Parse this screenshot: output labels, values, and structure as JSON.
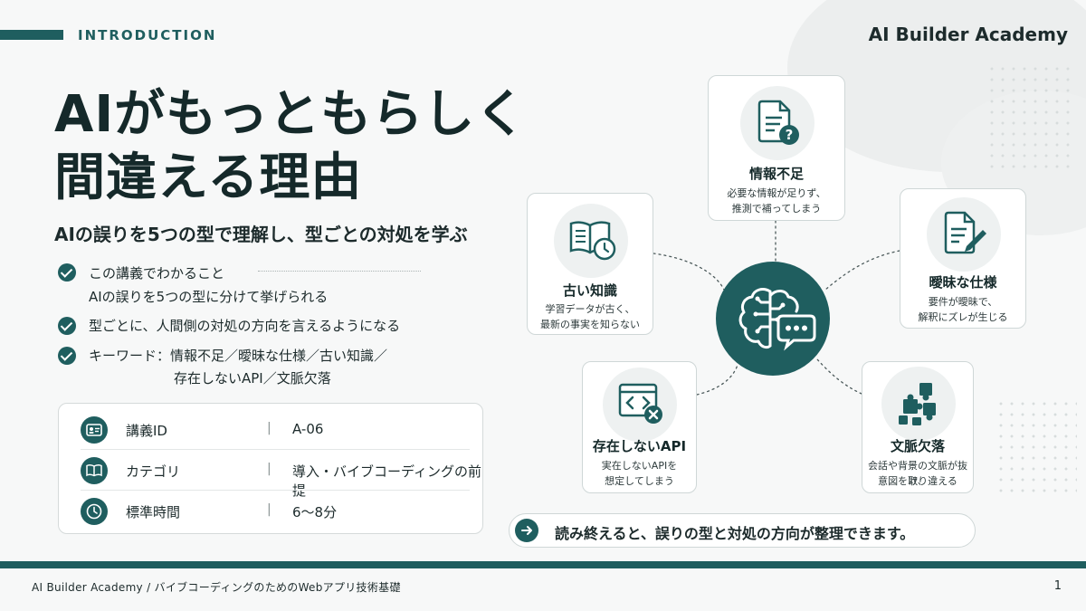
{
  "header": {
    "section_label": "INTRODUCTION",
    "brand": "AI Builder Academy"
  },
  "title": {
    "line1": "AIがもっともらしく",
    "line2": "間違える理由"
  },
  "subtitle": "AIの誤りを5つの型で理解し、型ごとの対処を学ぶ",
  "bullets": [
    {
      "text": "この講義でわかること",
      "sub": "AIの誤りを5つの型に分けて挙げられる"
    },
    {
      "text": "型ごとに、人間側の対処の方向を言えるようになる"
    },
    {
      "text": "キーワード：情報不足／曖昧な仕様／古い知識／",
      "sub": "存在しないAPI／文脈欠落"
    }
  ],
  "info": {
    "rows": [
      {
        "icon": "id-card-icon",
        "key": "講義ID",
        "sep": "|",
        "value": "A-06"
      },
      {
        "icon": "book-icon",
        "key": "カテゴリ",
        "sep": "|",
        "value": "導入・バイブコーディングの前提"
      },
      {
        "icon": "clock-icon",
        "key": "標準時間",
        "sep": "|",
        "value": "6〜8分"
      }
    ]
  },
  "diagram": {
    "hub_icon": "brain-chat-icon",
    "cards": [
      {
        "id": "info-shortage",
        "icon": "document-question-icon",
        "title": "情報不足",
        "desc1": "必要な情報が足りず、",
        "desc2": "推測で補ってしまう"
      },
      {
        "id": "old-knowledge",
        "icon": "book-clock-icon",
        "title": "古い知識",
        "desc1": "学習データが古く、",
        "desc2": "最新の事実を知らない"
      },
      {
        "id": "vague-spec",
        "icon": "document-pencil-icon",
        "title": "曖昧な仕様",
        "desc1": "要件が曖昧で、",
        "desc2": "解釈にズレが生じる"
      },
      {
        "id": "nonexistent-api",
        "icon": "code-window-x-icon",
        "title": "存在しないAPI",
        "desc1": "実在しないAPIを",
        "desc2": "想定してしまう"
      },
      {
        "id": "context-missing",
        "icon": "puzzle-icon",
        "title": "文脈欠落",
        "desc1": "会話や背景の文脈が抜け、",
        "desc2": "意図を取り違える"
      }
    ]
  },
  "summary": "読み終えると、誤りの型と対処の方向が整理できます。",
  "footer": {
    "text": "AI Builder Academy  /  バイブコーディングのためのWebアプリ技術基礎",
    "page": "1"
  },
  "colors": {
    "accent": "#1f5e5f",
    "background": "#f7f8f8",
    "text": "#1d2b2c"
  }
}
